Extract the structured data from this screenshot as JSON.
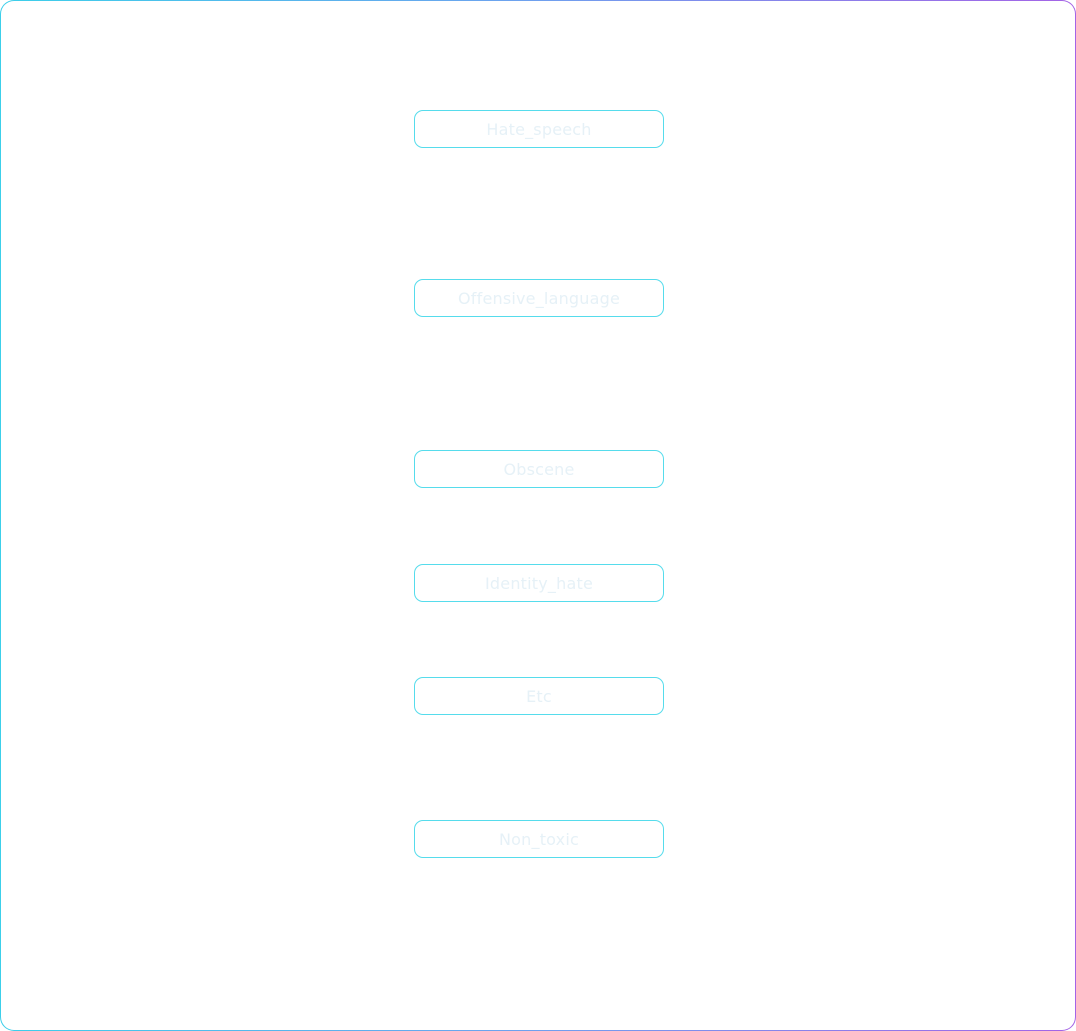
{
  "categories": [
    {
      "label": "Hate_speech"
    },
    {
      "label": "Offensive_language"
    },
    {
      "label": "Obscene"
    },
    {
      "label": "Identity_hate"
    },
    {
      "label": "Etc"
    },
    {
      "label": "Non_toxic"
    }
  ],
  "colors": {
    "frame_gradient_start": "#3ccfea",
    "frame_gradient_end": "#a463e6",
    "chip_border": "#56dcec",
    "chip_text": "#e6f1f7",
    "background": "#ffffff"
  }
}
